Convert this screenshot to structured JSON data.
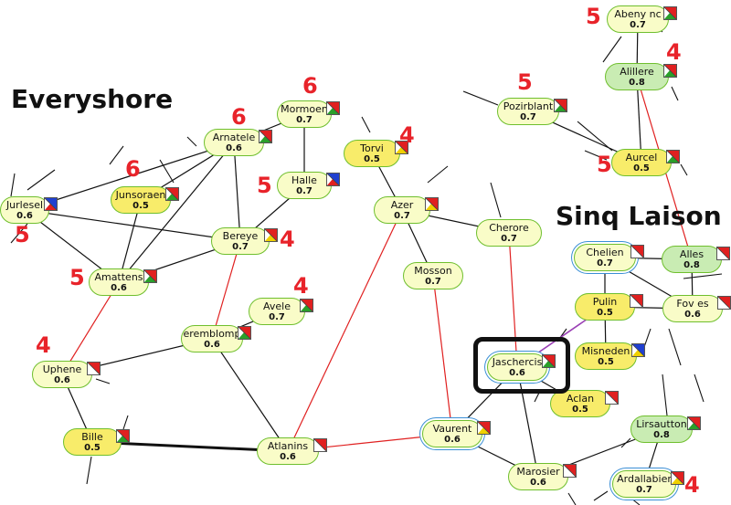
{
  "regions": [
    {
      "key": "everyshore",
      "label": "Everyshore"
    },
    {
      "key": "sinq_laison",
      "label": "Sinq Laison"
    }
  ],
  "colors": {
    "node_light": "#f9fcc8",
    "node_yellow": "#f8ec6a",
    "node_green": "#c9ecb3",
    "node_border": "#6fbf2e",
    "route_red": "#e02020",
    "route_black": "#111111",
    "route_purple": "#9a3fb5",
    "annotation_red": "#e8232a"
  },
  "systems": [
    {
      "id": "abenync",
      "name": "Abeny nc",
      "sec": "0.7",
      "tone": "light",
      "flag": "red-green",
      "annotation": "5"
    },
    {
      "id": "alillere",
      "name": "Alillere",
      "sec": "0.8",
      "tone": "green",
      "flag": "red-green",
      "annotation": "4"
    },
    {
      "id": "pozirblant",
      "name": "Pozirblant",
      "sec": "0.7",
      "tone": "light",
      "flag": "red-green",
      "annotation": "5"
    },
    {
      "id": "aurcel",
      "name": "Aurcel",
      "sec": "0.5",
      "tone": "yellow",
      "flag": "red-green",
      "annotation": "5"
    },
    {
      "id": "mormoen",
      "name": "Mormoen",
      "sec": "0.7",
      "tone": "light",
      "flag": "red-green",
      "annotation": "6"
    },
    {
      "id": "arnatele",
      "name": "Arnatele",
      "sec": "0.6",
      "tone": "light",
      "flag": "red-green",
      "annotation": "6"
    },
    {
      "id": "halle",
      "name": "Halle",
      "sec": "0.7",
      "tone": "light",
      "flag": "blue-red",
      "annotation": "5"
    },
    {
      "id": "torvi",
      "name": "Torvi",
      "sec": "0.5",
      "tone": "yellow",
      "flag": "red-yellow",
      "annotation": "4"
    },
    {
      "id": "jurlesel",
      "name": "Jurlesel",
      "sec": "0.6",
      "tone": "light",
      "flag": "blue-red",
      "annotation": "5"
    },
    {
      "id": "junsoraen",
      "name": "Junsoraen",
      "sec": "0.5",
      "tone": "yellow",
      "flag": "red-green",
      "annotation": "6"
    },
    {
      "id": "azer",
      "name": "Azer",
      "sec": "0.7",
      "tone": "light",
      "flag": "red-yellow",
      "annotation": ""
    },
    {
      "id": "cherore",
      "name": "Cherore",
      "sec": "0.7",
      "tone": "light",
      "flag": "",
      "annotation": ""
    },
    {
      "id": "bereye",
      "name": "Bereye",
      "sec": "0.7",
      "tone": "light",
      "flag": "red-yellow",
      "annotation": "4"
    },
    {
      "id": "amattens",
      "name": "Amattens",
      "sec": "0.6",
      "tone": "light",
      "flag": "red-green",
      "annotation": "5"
    },
    {
      "id": "mosson",
      "name": "Mosson",
      "sec": "0.7",
      "tone": "light",
      "flag": "",
      "annotation": ""
    },
    {
      "id": "chelien",
      "name": "Chelien",
      "sec": "0.7",
      "tone": "light",
      "flag": "red-white",
      "annotation": "",
      "hl": true
    },
    {
      "id": "alles",
      "name": "Alles",
      "sec": "0.8",
      "tone": "green",
      "flag": "red-white",
      "annotation": ""
    },
    {
      "id": "avele",
      "name": "Avele",
      "sec": "0.7",
      "tone": "light",
      "flag": "red-green",
      "annotation": "4"
    },
    {
      "id": "pulin",
      "name": "Pulin",
      "sec": "0.5",
      "tone": "yellow",
      "flag": "red-white",
      "annotation": ""
    },
    {
      "id": "foves",
      "name": "Fov es",
      "sec": "0.6",
      "tone": "light",
      "flag": "red-white",
      "annotation": ""
    },
    {
      "id": "eremblomp",
      "name": "eremblomp",
      "sec": "0.6",
      "tone": "light",
      "flag": "red-green",
      "annotation": ""
    },
    {
      "id": "misneden",
      "name": "Misneden",
      "sec": "0.5",
      "tone": "yellow",
      "flag": "blue-yellow",
      "annotation": ""
    },
    {
      "id": "uphene",
      "name": "Uphene",
      "sec": "0.6",
      "tone": "light",
      "flag": "red-white",
      "annotation": "4"
    },
    {
      "id": "jaschercis",
      "name": "Jaschercis",
      "sec": "0.6",
      "tone": "light",
      "flag": "red-green",
      "annotation": "",
      "hl": true
    },
    {
      "id": "aclan",
      "name": "Aclan",
      "sec": "0.5",
      "tone": "yellow",
      "flag": "red-white",
      "annotation": ""
    },
    {
      "id": "lirsautton",
      "name": "Lirsautton",
      "sec": "0.8",
      "tone": "green",
      "flag": "red-green",
      "annotation": ""
    },
    {
      "id": "bille",
      "name": "Bille",
      "sec": "0.5",
      "tone": "yellow",
      "flag": "red-green",
      "annotation": ""
    },
    {
      "id": "vaurent",
      "name": "Vaurent",
      "sec": "0.6",
      "tone": "light",
      "flag": "red-yellow",
      "annotation": "",
      "hl": true
    },
    {
      "id": "atlanins",
      "name": "Atlanins",
      "sec": "0.6",
      "tone": "light",
      "flag": "red-white",
      "annotation": ""
    },
    {
      "id": "marosier",
      "name": "Marosier",
      "sec": "0.6",
      "tone": "light",
      "flag": "red-white",
      "annotation": ""
    },
    {
      "id": "ardallabier",
      "name": "Ardallabier",
      "sec": "0.7",
      "tone": "light",
      "flag": "red-yellow",
      "annotation": "4",
      "hl": true
    }
  ],
  "connections": [
    [
      "abenync",
      "alillere",
      "black"
    ],
    [
      "alillere",
      "aurcel",
      "black"
    ],
    [
      "pozirblant",
      "aurcel",
      "black"
    ],
    [
      "alillere",
      "alles",
      "red"
    ],
    [
      "mormoen",
      "arnatele",
      "black"
    ],
    [
      "mormoen",
      "halle",
      "black"
    ],
    [
      "arnatele",
      "bereye",
      "black"
    ],
    [
      "arnatele",
      "jurlesel",
      "black"
    ],
    [
      "arnatele",
      "amattens",
      "black"
    ],
    [
      "arnatele",
      "junsoraen",
      "black"
    ],
    [
      "halle",
      "bereye",
      "black"
    ],
    [
      "jurlesel",
      "bereye",
      "black"
    ],
    [
      "jurlesel",
      "amattens",
      "black"
    ],
    [
      "junsoraen",
      "amattens",
      "black"
    ],
    [
      "amattens",
      "bereye",
      "black"
    ],
    [
      "bereye",
      "eremblomp",
      "red"
    ],
    [
      "amattens",
      "uphene",
      "red"
    ],
    [
      "avele",
      "eremblomp",
      "black"
    ],
    [
      "eremblomp",
      "uphene",
      "black"
    ],
    [
      "eremblomp",
      "atlanins",
      "black"
    ],
    [
      "uphene",
      "bille",
      "black"
    ],
    [
      "bille",
      "atlanins",
      "blackthick"
    ],
    [
      "torvi",
      "azer",
      "black"
    ],
    [
      "azer",
      "cherore",
      "black"
    ],
    [
      "azer",
      "mosson",
      "black"
    ],
    [
      "azer",
      "atlanins",
      "red"
    ],
    [
      "mosson",
      "vaurent",
      "red"
    ],
    [
      "cherore",
      "jaschercis",
      "red"
    ],
    [
      "atlanins",
      "vaurent",
      "red"
    ],
    [
      "vaurent",
      "jaschercis",
      "black"
    ],
    [
      "vaurent",
      "marosier",
      "black"
    ],
    [
      "jaschercis",
      "marosier",
      "black"
    ],
    [
      "jaschercis",
      "aclan",
      "black"
    ],
    [
      "jaschercis",
      "pulin",
      "purple"
    ],
    [
      "chelien",
      "alles",
      "black"
    ],
    [
      "chelien",
      "pulin",
      "black"
    ],
    [
      "chelien",
      "foves",
      "black"
    ],
    [
      "alles",
      "foves",
      "black"
    ],
    [
      "pulin",
      "foves",
      "black"
    ],
    [
      "pulin",
      "misneden",
      "black"
    ],
    [
      "marosier",
      "lirsautton",
      "black"
    ],
    [
      "lirsautton",
      "ardallabier",
      "black"
    ]
  ]
}
